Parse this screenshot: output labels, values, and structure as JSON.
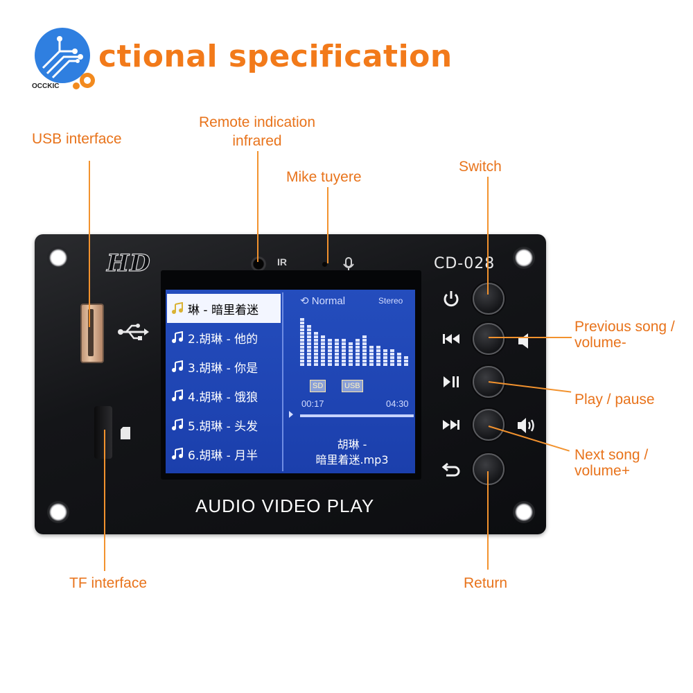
{
  "title": "ctional specification",
  "logo": {
    "text": "OCCKIC"
  },
  "callouts": {
    "usb": "USB interface",
    "remote_line1": "Remote indication",
    "remote_line2": "infrared",
    "mike": "Mike tuyere",
    "switch": "Switch",
    "prev_line1": "Previous song /",
    "prev_line2": "volume-",
    "play": "Play / pause",
    "next_line1": "Next song /",
    "next_line2": "volume+",
    "tf": "TF interface",
    "return": "Return"
  },
  "board": {
    "logo": "HD",
    "model": "CD-028",
    "ir_label": "IR",
    "caption": "AUDIO VIDEO PLAY"
  },
  "screen": {
    "playlist": [
      "琳 - 暗里着迷",
      "2.胡琳 - 他的",
      "3.胡琳 - 你是",
      "4.胡琳 - 饿狼",
      "5.胡琳 - 头发",
      "6.胡琳 - 月半"
    ],
    "mode": "Normal",
    "channel": "Stereo",
    "badges": [
      "SD",
      "USB"
    ],
    "elapsed": "00:17",
    "total": "04:30",
    "now_playing_line1": "胡琳 -",
    "now_playing_line2": "暗里着迷.mp3",
    "eq_levels": [
      0.84,
      0.72,
      0.62,
      0.55,
      0.48,
      0.5,
      0.46,
      0.4,
      0.45,
      0.52,
      0.38,
      0.34,
      0.3,
      0.26,
      0.22,
      0.18
    ]
  },
  "colors": {
    "accent": "#e8731b",
    "lcd": "#1e46b8",
    "board": "#141518"
  }
}
